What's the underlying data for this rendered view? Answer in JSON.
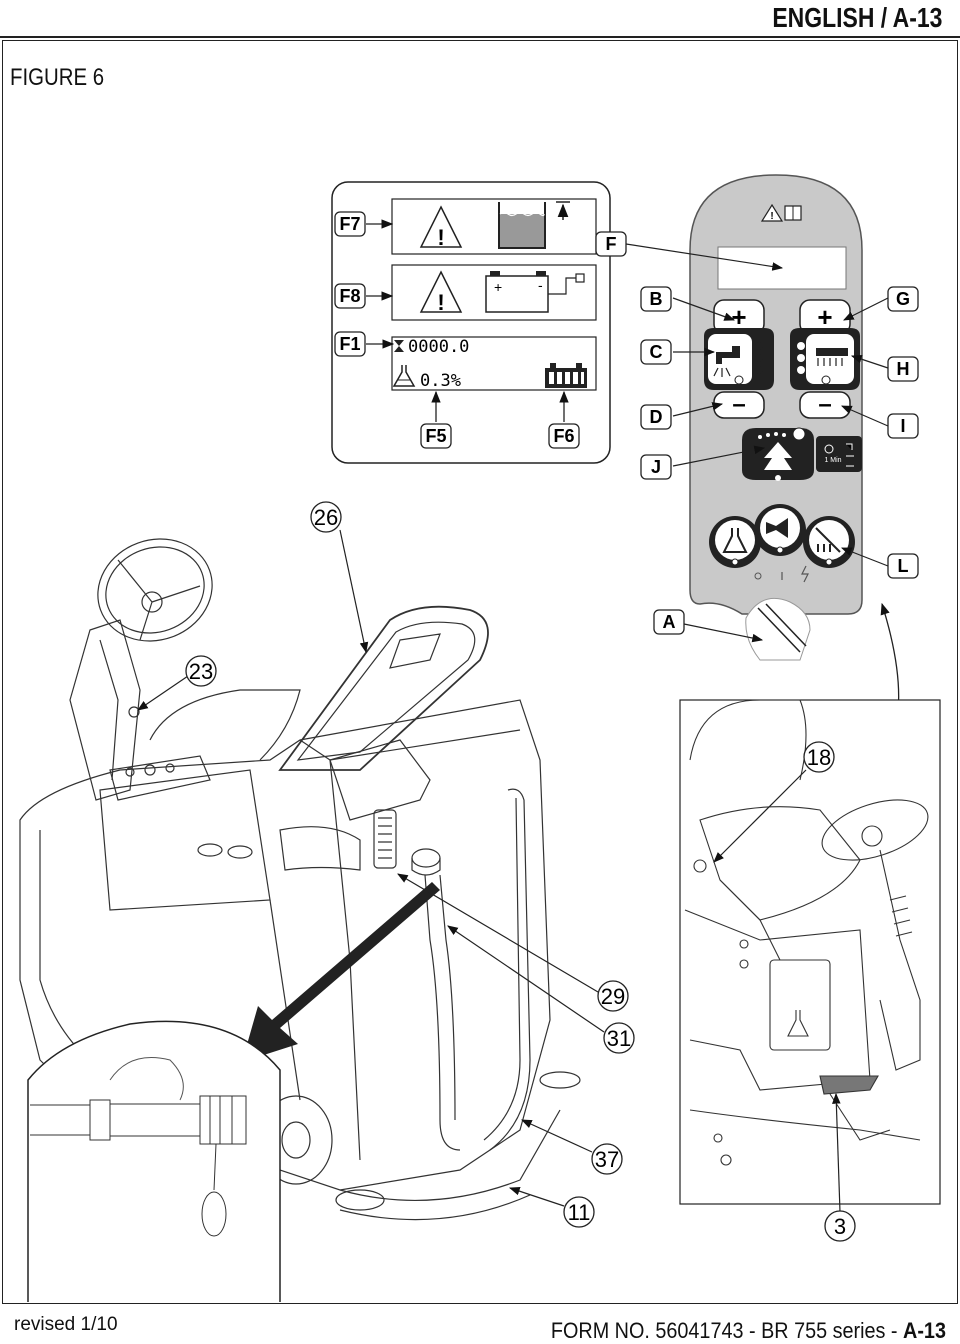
{
  "header": {
    "title": "ENGLISH / A-13"
  },
  "figure": {
    "title": "FIGURE 6"
  },
  "display": {
    "hour_meter": "0000.0",
    "detergent_pct": "0.3%"
  },
  "panel": {
    "timer": "1 Min"
  },
  "callouts": {
    "F7": "F7",
    "F8": "F8",
    "F1": "F1",
    "F5": "F5",
    "F6": "F6",
    "F": "F",
    "B": "B",
    "C": "C",
    "D": "D",
    "J": "J",
    "G": "G",
    "H": "H",
    "I": "I",
    "L": "L",
    "A": "A"
  },
  "parts": {
    "p26": "26",
    "p23": "23",
    "p18": "18",
    "p29": "29",
    "p31": "31",
    "p37": "37",
    "p11": "11",
    "p3": "3"
  },
  "footer": {
    "revised": "revised 1/10",
    "form_prefix": "FORM NO. 56041743 - BR 755 series - ",
    "form_page": "A-13"
  }
}
